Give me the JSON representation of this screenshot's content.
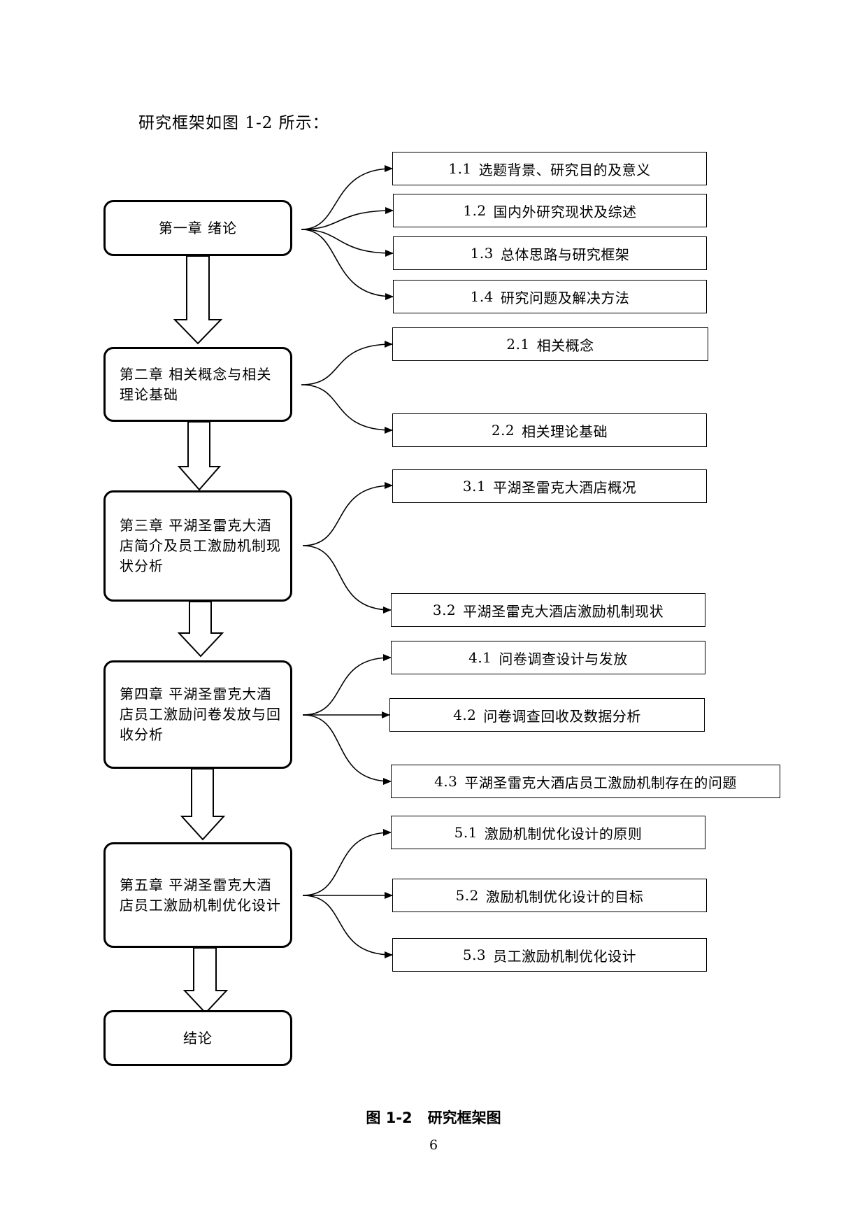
{
  "intro": "研究框架如图 1-2 所示：",
  "chapters": [
    {
      "title": "第一章  绪论"
    },
    {
      "title": "第二章  相关概念与相关理论基础"
    },
    {
      "title": "第三章  平湖圣雷克大酒店简介及员工激励机制现状分析"
    },
    {
      "title": "第四章  平湖圣雷克大酒店员工激励问卷发放与回收分析"
    },
    {
      "title": "第五章  平湖圣雷克大酒店员工激励机制优化设计"
    },
    {
      "title": "结论"
    }
  ],
  "sections": [
    {
      "num": "1.1",
      "label": "选题背景、研究目的及意义"
    },
    {
      "num": "1.2",
      "label": "国内外研究现状及综述"
    },
    {
      "num": "1.3",
      "label": "总体思路与研究框架"
    },
    {
      "num": "1.4",
      "label": "研究问题及解决方法"
    },
    {
      "num": "2.1",
      "label": "相关概念"
    },
    {
      "num": "2.2",
      "label": "相关理论基础"
    },
    {
      "num": "3.1",
      "label": "平湖圣雷克大酒店概况"
    },
    {
      "num": "3.2",
      "label": "平湖圣雷克大酒店激励机制现状"
    },
    {
      "num": "4.1",
      "label": "问卷调查设计与发放"
    },
    {
      "num": "4.2",
      "label": "问卷调查回收及数据分析"
    },
    {
      "num": "4.3",
      "label": "平湖圣雷克大酒店员工激励机制存在的问题"
    },
    {
      "num": "5.1",
      "label": "激励机制优化设计的原则"
    },
    {
      "num": "5.2",
      "label": "激励机制优化设计的目标"
    },
    {
      "num": "5.3",
      "label": "员工激励机制优化设计"
    }
  ],
  "caption": "图 1-2   研究框架图",
  "page_number": "6"
}
